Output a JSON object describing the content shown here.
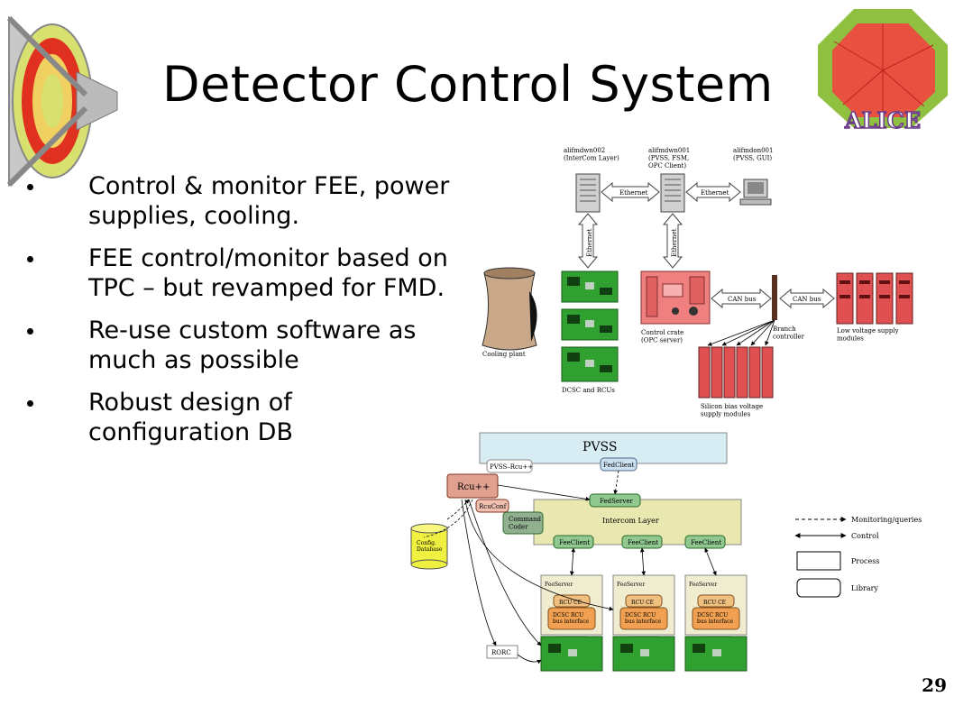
{
  "slide": {
    "title": "Detector Control System",
    "page_number": "29",
    "bullets": [
      "Control & monitor FEE, power supplies, cooling.",
      "FEE control/monitor based on TPC – but revamped for FMD.",
      "Re-use custom software as much as possible",
      "Robust design of configuration DB"
    ],
    "logo_text": "ALICE"
  },
  "hardware_diagram": {
    "nodes": {
      "alifmdwn002": "alifmdwn002\n(InterCom Layer)",
      "alifmdwn001": "alifmdwn001\n(PVSS, FSM,\nOPC Client)",
      "alifmdon001": "alifmdon001\n(PVSS, GUI)"
    },
    "links": {
      "eth1": "Ethernet",
      "eth2": "Ethernet",
      "eth_v1": "Ethernet",
      "eth_v2": "Ethernet",
      "can1": "CAN bus",
      "can2": "CAN bus"
    },
    "labels": {
      "cooling": "Cooling plant",
      "dcsc": "DCSC and RCUs",
      "crate": "Control crate\n(OPC server)",
      "branch": "Branch\ncontroller",
      "lv": "Low voltage supply\nmodules",
      "si": "Silicon bias voltage\nsupply modules"
    }
  },
  "software_diagram": {
    "pvss": "PVSS",
    "pvss_rcu": "PVSS–Rcu++",
    "fedclient": "FedClient",
    "rcupp": "Rcu++",
    "rcuconf": "RcuConf",
    "fedserver": "FedServer",
    "intercom": "Intercom Layer",
    "command_coder": "Command\nCoder",
    "config_db": "Config.\nDatabase",
    "feeclient": "FeeClient",
    "feeserver": "FeeServer",
    "rcu_ce": "RCU CE",
    "dcsc_rcu": "DCSC RCU\nbus interface",
    "rorc": "RORC",
    "legend": {
      "monitoring": "Monitoring/queries",
      "control": "Control",
      "process": "Process",
      "library": "Library"
    }
  }
}
